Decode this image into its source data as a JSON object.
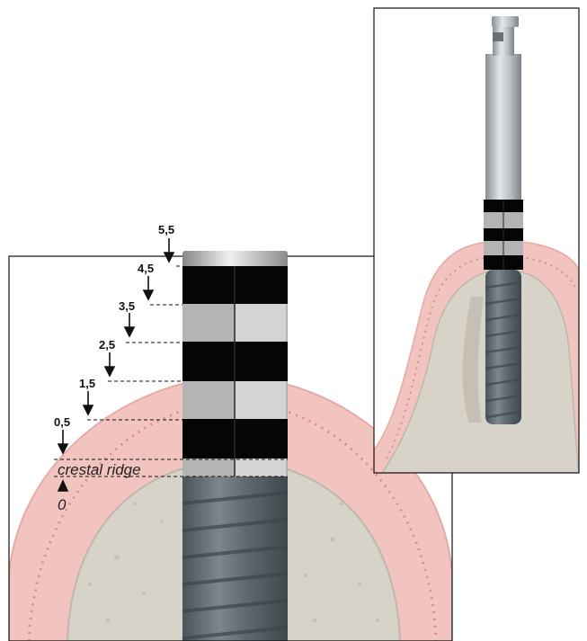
{
  "labels": {
    "depth_marks": [
      "5,5",
      "4,5",
      "3,5",
      "2,5",
      "1,5",
      "0,5"
    ],
    "crestal_ridge": "crestal ridge",
    "zero": "0"
  },
  "colors": {
    "gum": "#f2c4bf",
    "gum_edge": "#e6aaa4",
    "bone": "#d7d3c8",
    "bone_dark": "#bdb8ab",
    "implant": "#5e6a70",
    "band_black": "#050505",
    "band_gray": "#b4b4b4"
  }
}
